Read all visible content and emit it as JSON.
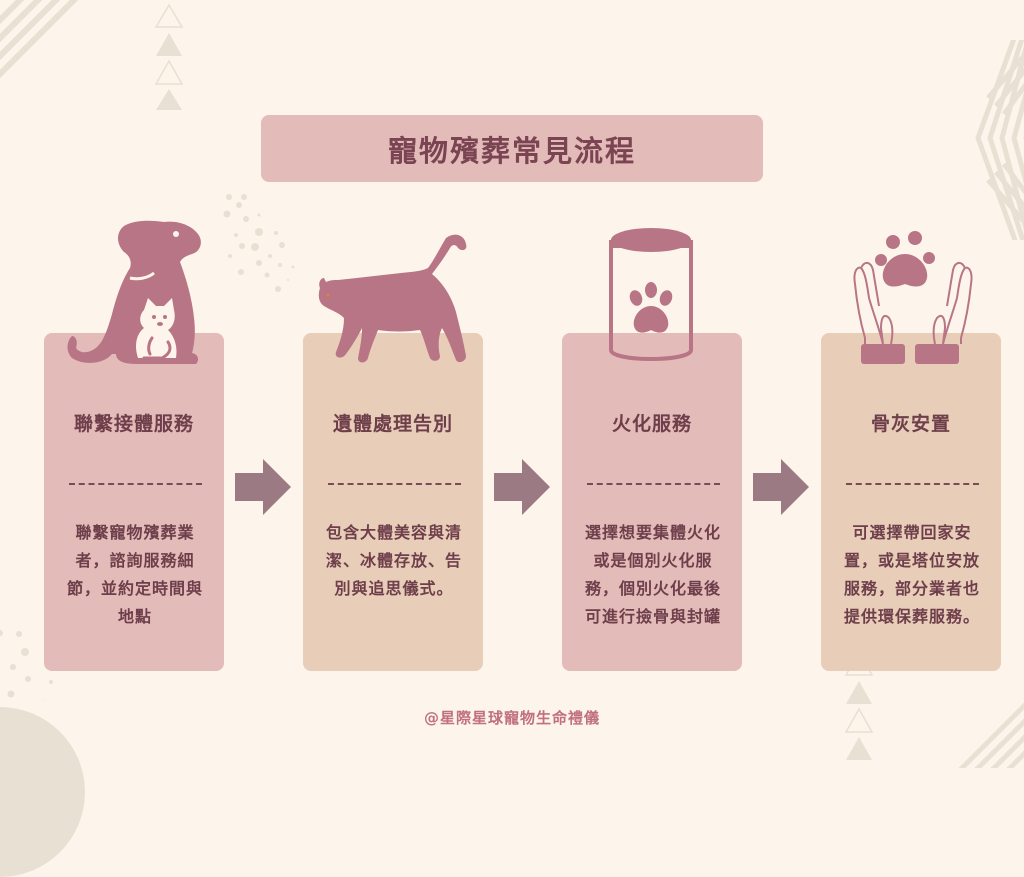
{
  "title": "寵物殯葬常見流程",
  "colors": {
    "background": "#fdf5eb",
    "title_box": "#e3bbb8",
    "card_pink": "#e3bbb8",
    "card_tan": "#e8cdb8",
    "icon": "#b87585",
    "text": "#6e3f4b",
    "arrow": "#9c7a84",
    "decoration": "#e8e0d2",
    "footer": "#c0707f"
  },
  "steps": [
    {
      "icon": "dog-and-cat-icon",
      "title": "聯繫接體服務",
      "description": "聯繫寵物殯葬業者，諮詢服務細節，並約定時間與地點",
      "style": "pink"
    },
    {
      "icon": "walking-cat-icon",
      "title": "遺體處理告別",
      "description": "包含大體美容與清潔、冰體存放、告別與追思儀式。",
      "style": "tan"
    },
    {
      "icon": "urn-paw-icon",
      "title": "火化服務",
      "description": "選擇想要集體火化或是個別火化服務，個別火化最後可進行撿骨與封罐",
      "style": "pink"
    },
    {
      "icon": "hands-paw-icon",
      "title": "骨灰安置",
      "description": "可選擇帶回家安置，或是塔位安放服務，部分業者也提供環保葬服務。",
      "style": "tan"
    }
  ],
  "arrows": [
    "arrow-right-icon",
    "arrow-right-icon",
    "arrow-right-icon"
  ],
  "footer": "@星際星球寵物生命禮儀"
}
